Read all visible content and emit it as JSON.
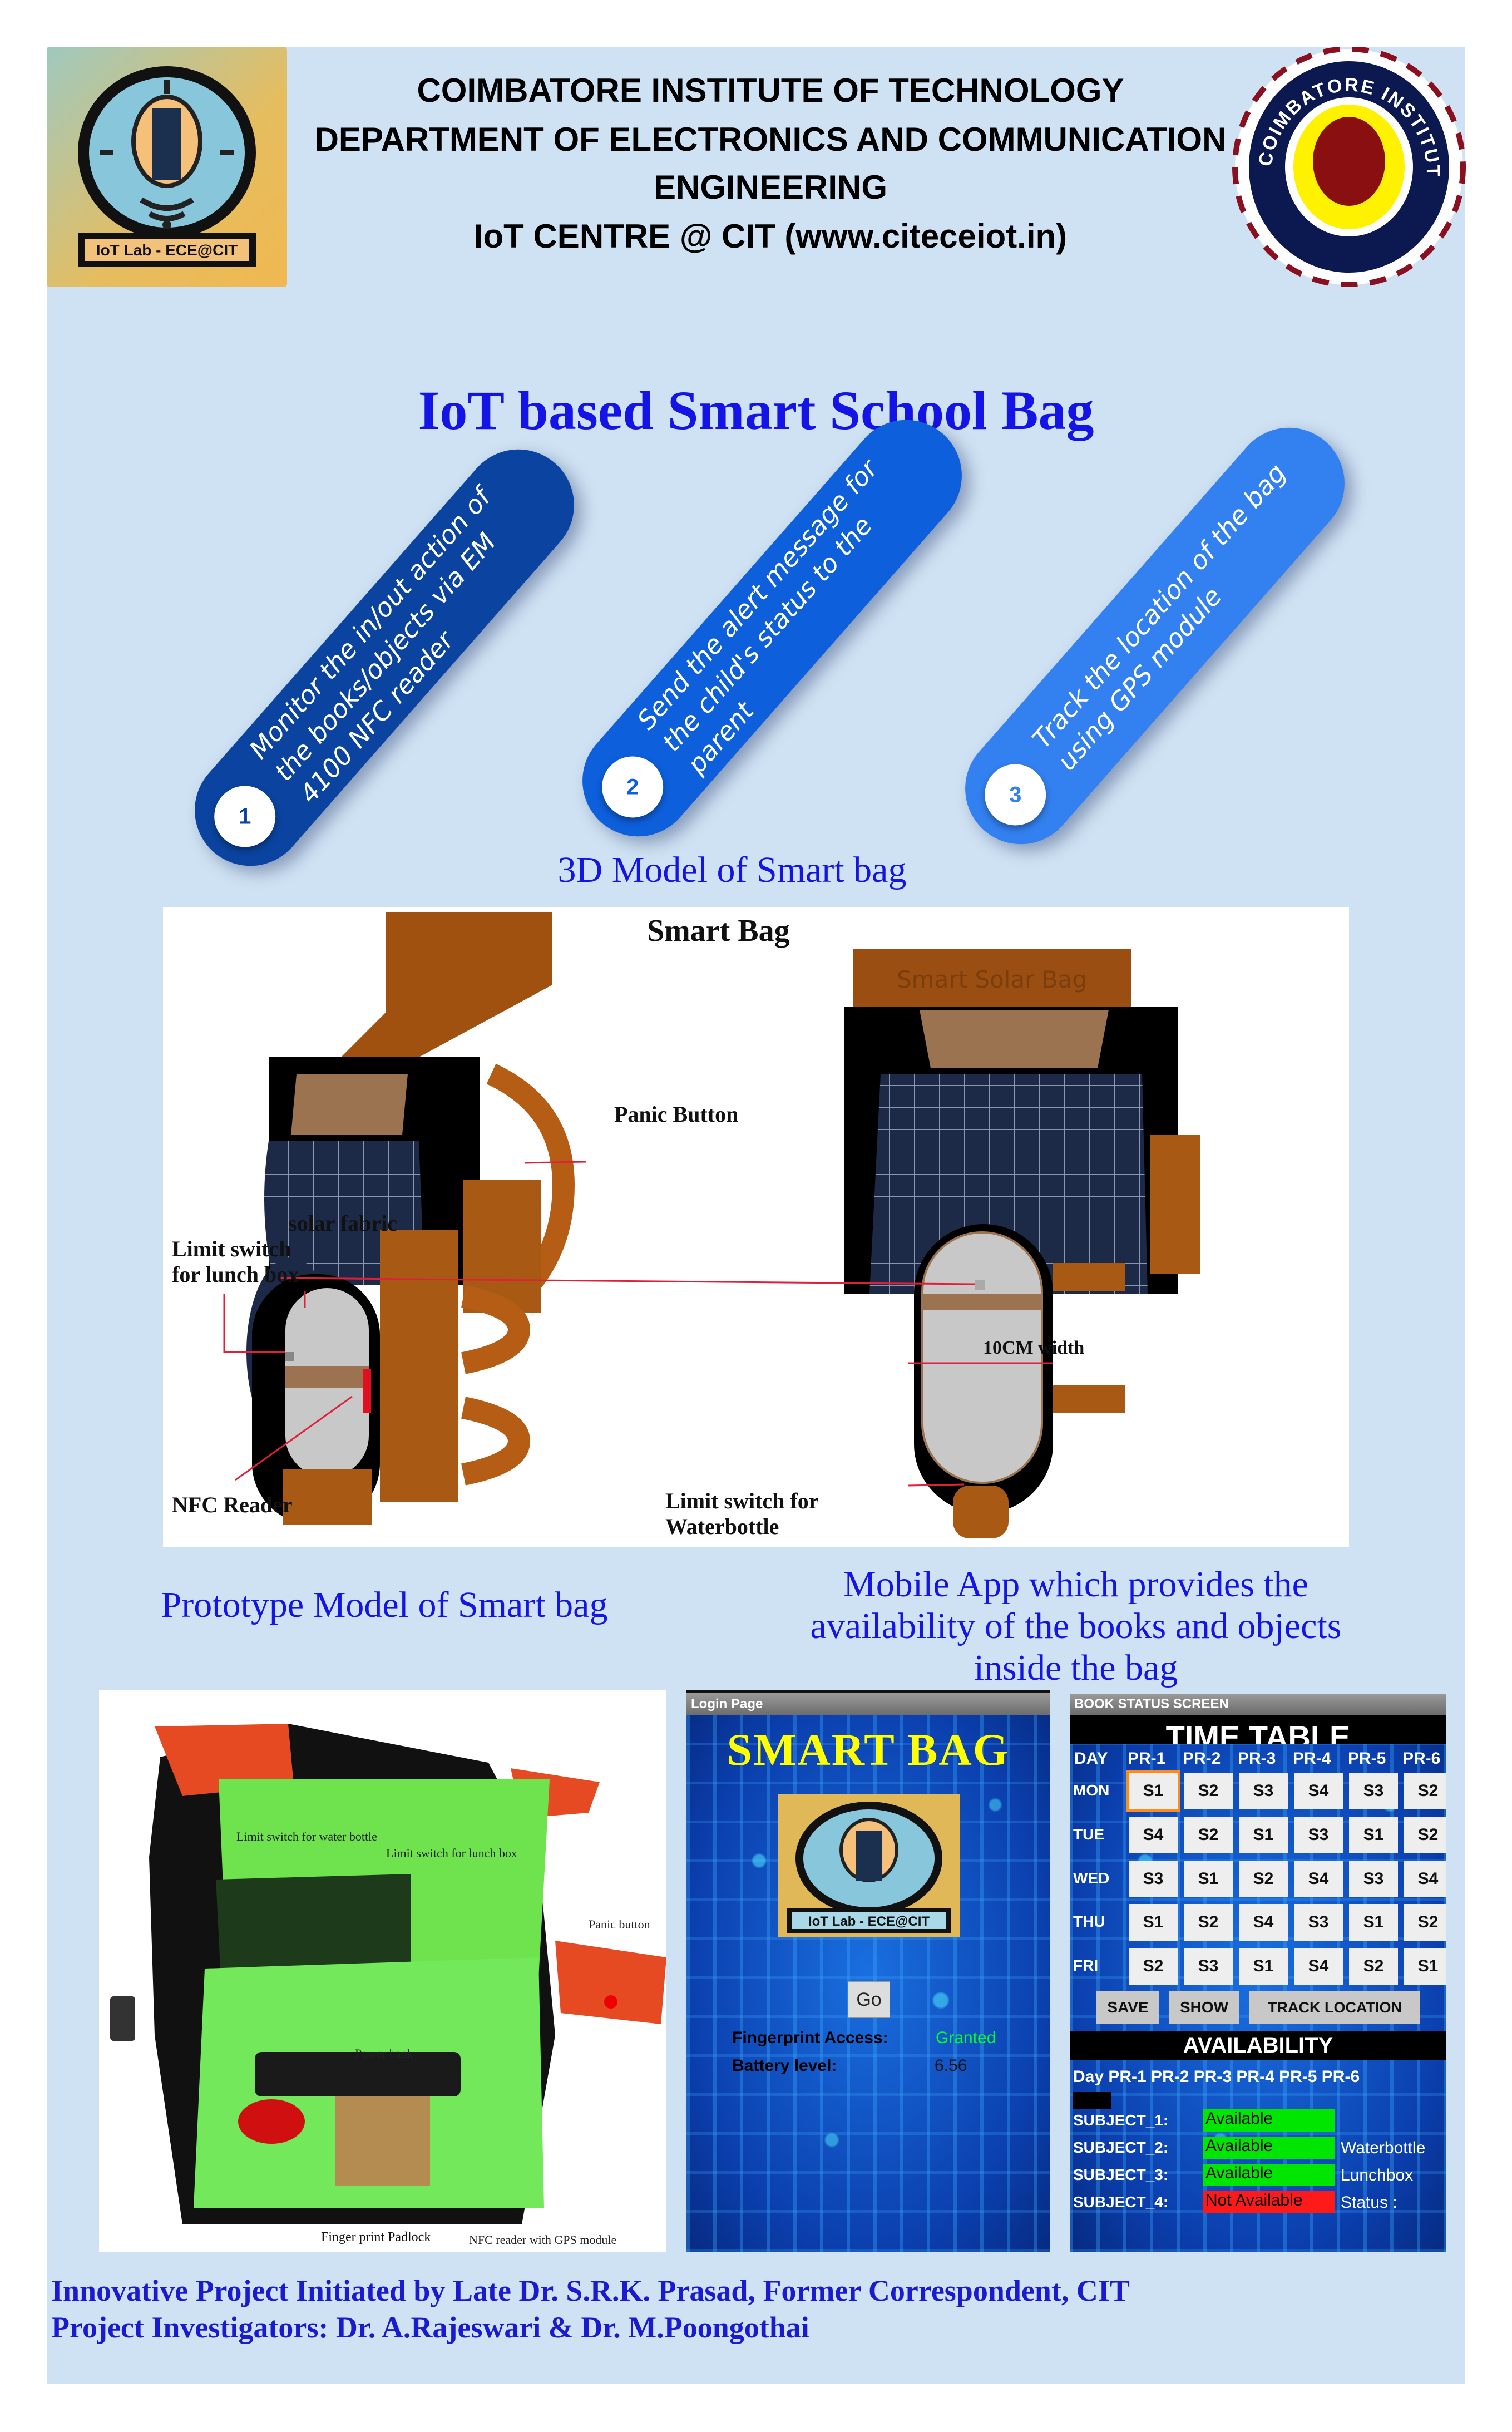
{
  "header": {
    "line1": "COIMBATORE INSTITUTE OF TECHNOLOGY",
    "line2": "DEPARTMENT OF ELECTRONICS AND COMMUNICATION",
    "line3": "ENGINEERING",
    "line4": "IoT CENTRE @ CIT (www.citeceiot.in)",
    "left_logo_text": "IoT Lab - ECE@CIT",
    "seal_text": "COIMBATORE INSTITUTE OF TECHNOLOGY"
  },
  "title": "IoT based Smart School Bag",
  "features": [
    {
      "num": "1",
      "text": "Monitor the in/out action of the books/objects via EM 4100 NFC reader",
      "color": "#0a44a0"
    },
    {
      "num": "2",
      "text": "Send the alert message for the child's status  to the parent",
      "color": "#0d5fdc"
    },
    {
      "num": "3",
      "text": "Track the location of the bag using GPS module",
      "color": "#3380f0"
    }
  ],
  "model_section": {
    "title": "3D Model of Smart bag",
    "heading": "Smart Bag",
    "lid_text": "Smart Solar Bag",
    "labels": {
      "panic": "Panic Button",
      "solar": "solar fabric",
      "lunch1": "Limit switch",
      "lunch2": "for lunch box",
      "width": "10CM width",
      "nfc": "NFC Reader",
      "water1": "Limit switch for",
      "water2": "Waterbottle"
    }
  },
  "prototype": {
    "title": "Prototype Model of Smart bag",
    "labels": {
      "water": "Limit switch for water bottle",
      "lunch": "Limit switch for lunch box",
      "panic": "Panic button",
      "power": "Power bank",
      "nfc": "NFC reader with GPS module",
      "padlock": "Finger print Padlock"
    }
  },
  "app_section": {
    "title_lines": [
      "Mobile App which provides the",
      "availability of the books and objects",
      "inside the bag"
    ]
  },
  "login_screen": {
    "bar": "Login Page",
    "title": "SMART BAG",
    "logo_text": "IoT Lab - ECE@CIT",
    "go": "Go",
    "fingerprint_label": "Fingerprint Access:",
    "fingerprint_value": "Granted",
    "battery_label": "Battery level:",
    "battery_value": "6.56"
  },
  "book_screen": {
    "bar": "BOOK STATUS SCREEN",
    "timetable_title": "TIME TABLE",
    "columns": [
      "DAY",
      "PR-1",
      "PR-2",
      "PR-3",
      "PR-4",
      "PR-5",
      "PR-6"
    ],
    "rows": [
      {
        "day": "MON",
        "cells": [
          "S1",
          "S2",
          "S3",
          "S4",
          "S3",
          "S2"
        ]
      },
      {
        "day": "TUE",
        "cells": [
          "S4",
          "S2",
          "S1",
          "S3",
          "S1",
          "S2"
        ]
      },
      {
        "day": "WED",
        "cells": [
          "S3",
          "S1",
          "S2",
          "S4",
          "S3",
          "S4"
        ]
      },
      {
        "day": "THU",
        "cells": [
          "S1",
          "S2",
          "S4",
          "S3",
          "S1",
          "S2"
        ]
      },
      {
        "day": "FRI",
        "cells": [
          "S2",
          "S3",
          "S1",
          "S4",
          "S2",
          "S1"
        ]
      }
    ],
    "buttons": {
      "save": "SAVE",
      "show": "SHOW",
      "track": "TRACK LOCATION"
    },
    "availability_title": "AVAILABILITY",
    "availability_header": "Day PR-1 PR-2 PR-3 PR-4 PR-5 PR-6",
    "subjects": [
      {
        "label": "SUBJECT_1:",
        "status": "Available",
        "color": "#00e600",
        "side": ""
      },
      {
        "label": "SUBJECT_2:",
        "status": "Available",
        "color": "#00e600",
        "side": "Waterbottle"
      },
      {
        "label": "SUBJECT_3:",
        "status": "Available",
        "color": "#00e600",
        "side": "Lunchbox"
      },
      {
        "label": "SUBJECT_4:",
        "status": "Not Available",
        "color": "#ff1a1a",
        "side": "Status    :"
      }
    ]
  },
  "footer": {
    "line1": "Innovative Project Initiated by Late Dr. S.R.K. Prasad, Former Correspondent, CIT",
    "line2": "Project Investigators: Dr. A.Rajeswari  & Dr. M.Poongothai"
  }
}
